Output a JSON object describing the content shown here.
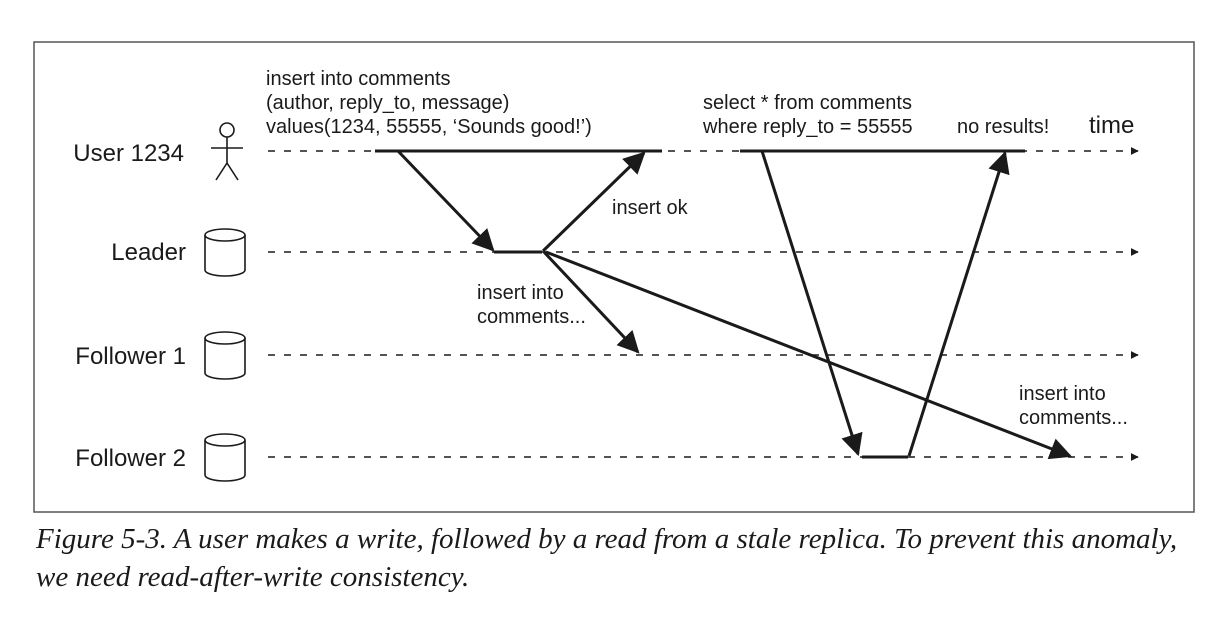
{
  "nodes": [
    {
      "id": "user",
      "label": "User 1234",
      "icon": "stick-figure-icon"
    },
    {
      "id": "leader",
      "label": "Leader",
      "icon": "database-cylinder-icon"
    },
    {
      "id": "follower1",
      "label": "Follower 1",
      "icon": "database-cylinder-icon"
    },
    {
      "id": "follower2",
      "label": "Follower 2",
      "icon": "database-cylinder-icon"
    }
  ],
  "time_label": "time",
  "annotations": {
    "insert_query": [
      "insert into comments",
      "(author, reply_to, message)",
      "values(1234, 55555, ‘Sounds good!’)"
    ],
    "select_query": [
      "select * from comments",
      "where reply_to = 55555"
    ],
    "no_results": "no results!",
    "insert_ok": "insert ok",
    "replicate_f1": [
      "insert into",
      "comments..."
    ],
    "replicate_f2": [
      "insert into",
      "comments..."
    ]
  },
  "caption": "Figure 5-3. A user makes a write, followed by a read from a stale replica. To prevent this anomaly, we need read-after-write consistency."
}
